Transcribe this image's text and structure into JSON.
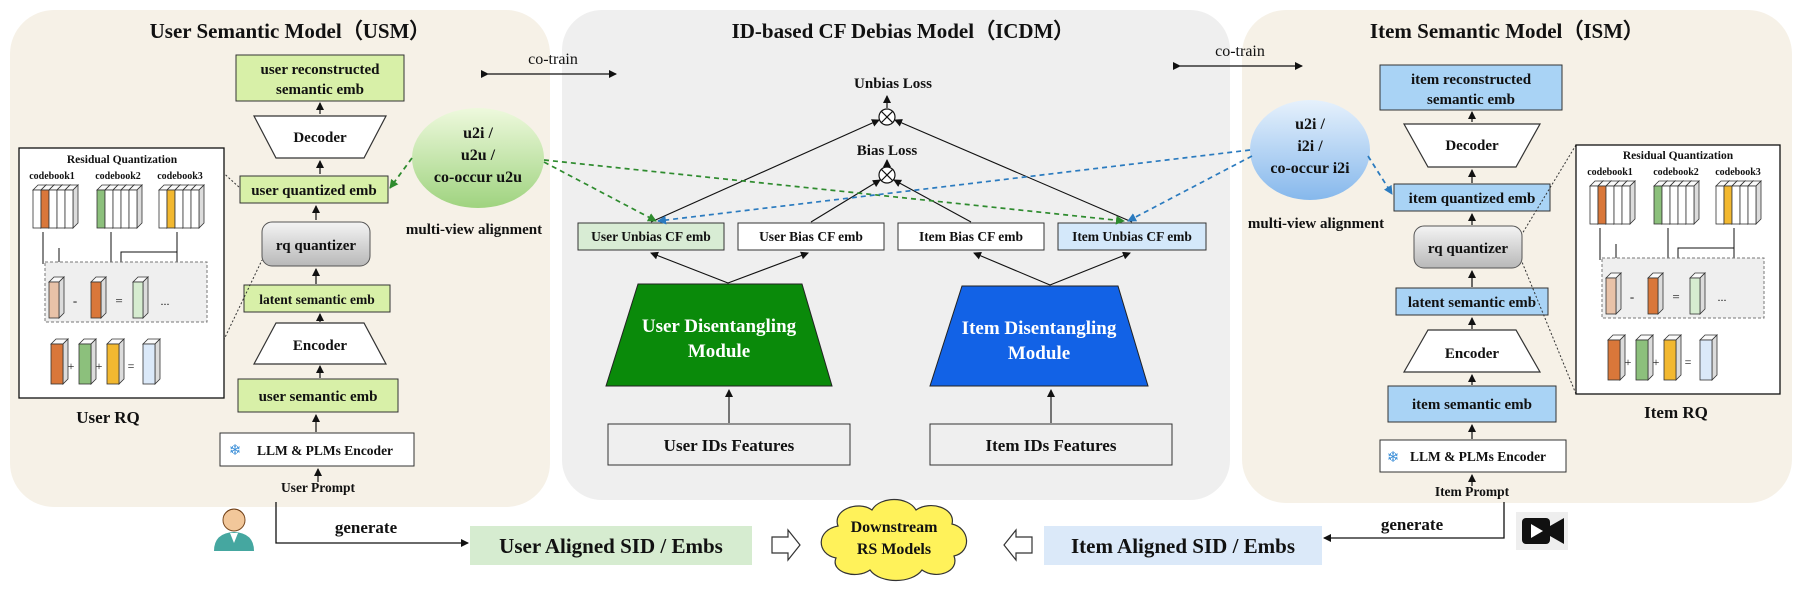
{
  "titles": {
    "usm": "User Semantic Model（USM）",
    "icdm": "ID-based CF Debias Model（ICDM）",
    "ism": "Item Semantic Model（ISM）"
  },
  "cotrain": {
    "left": "co-train",
    "right": "co-train"
  },
  "usm": {
    "reconstructed": [
      "user reconstructed",
      "semantic emb"
    ],
    "decoder": "Decoder",
    "quantized": "user quantized emb",
    "rq_quantizer": "rq quantizer",
    "latent": "latent semantic emb",
    "encoder": "Encoder",
    "semantic": "user semantic emb",
    "llm_encoder": "LLM & PLMs Encoder",
    "prompt": "User Prompt",
    "rq_label": "User RQ",
    "alignment": [
      "u2i /",
      "u2u /",
      "co-occur u2u"
    ],
    "multi_view": "multi-view alignment"
  },
  "ism": {
    "reconstructed": [
      "item reconstructed",
      "semantic emb"
    ],
    "decoder": "Decoder",
    "quantized": "item quantized emb",
    "rq_quantizer": "rq quantizer",
    "latent": "latent semantic emb",
    "encoder": "Encoder",
    "semantic": "item semantic emb",
    "llm_encoder": "LLM & PLMs Encoder",
    "prompt": "Item Prompt",
    "rq_label": "Item RQ",
    "alignment": [
      "u2i /",
      "i2i /",
      "co-occur i2i"
    ],
    "multi_view": "multi-view alignment"
  },
  "rq_panel": {
    "title": "Residual Quantization",
    "codebooks": [
      "codebook1",
      "codebook2",
      "codebook3"
    ],
    "ops": [
      "-",
      "=",
      "..."
    ],
    "sum_ops": [
      "+",
      "+",
      "="
    ]
  },
  "icdm": {
    "unbias_loss": "Unbias Loss",
    "bias_loss": "Bias Loss",
    "otimes": "⊗",
    "user_unbias": "User Unbias CF emb",
    "user_bias": "User Bias CF emb",
    "item_bias": "Item Bias CF emb",
    "item_unbias": "Item Unbias CF emb",
    "user_module": [
      "User Disentangling",
      "Module"
    ],
    "item_module": [
      "Item Disentangling",
      "Module"
    ],
    "user_ids": "User IDs Features",
    "item_ids": "Item IDs Features"
  },
  "bottom": {
    "generate_left": "generate",
    "generate_right": "generate",
    "user_aligned": "User Aligned SID / Embs",
    "item_aligned": "Item Aligned SID / Embs",
    "downstream": [
      "Downstream",
      "RS Models"
    ]
  },
  "icons": {
    "user": "user-avatar-icon",
    "video": "video-camera-icon",
    "snowflake": "snowflake-icon"
  },
  "colors": {
    "panel_bg": "#f6f1e7",
    "center_bg": "#efefef",
    "green_box": "#d8f0a8",
    "blue_box": "#a9d3f5",
    "user_module": "#0a8a0a",
    "item_module": "#1262e6",
    "green_arrow": "#2e8b2e",
    "blue_arrow": "#2b7bbf",
    "cloud": "#fff25a"
  }
}
